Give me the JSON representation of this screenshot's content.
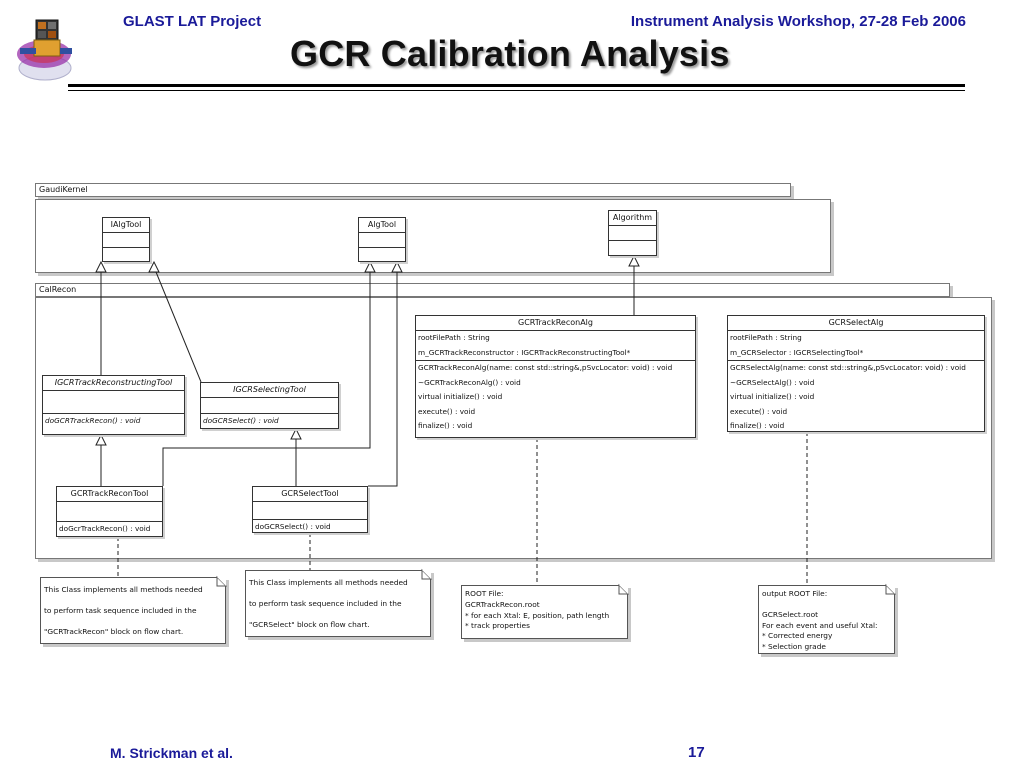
{
  "header": {
    "left": "GLAST LAT Project",
    "right": "Instrument Analysis Workshop, 27-28 Feb 2006",
    "title": "GCR Calibration Analysis"
  },
  "footer": {
    "author": "M. Strickman et al.",
    "page": "17"
  },
  "logo": {
    "icon": "glast-satellite-logo"
  },
  "packages": [
    {
      "name": "GaudiKernel"
    },
    {
      "name": "CalRecon"
    }
  ],
  "classes": {
    "ialgtool": {
      "name": "IAlgTool"
    },
    "algtool": {
      "name": "AlgTool"
    },
    "algorithm": {
      "name": "Algorithm"
    },
    "igcr_track_recon_tool": {
      "name": "IGCRTrackReconstructingTool",
      "operations": [
        "doGCRTrackRecon() : void"
      ]
    },
    "igcr_selecting_tool": {
      "name": "IGCRSelectingTool",
      "operations": [
        "doGCRSelect() : void"
      ]
    },
    "gcr_track_recon_tool": {
      "name": "GCRTrackReconTool",
      "operations": [
        "doGcrTrackRecon() : void"
      ]
    },
    "gcr_select_tool": {
      "name": "GCRSelectTool",
      "operations": [
        "doGCRSelect() : void"
      ]
    },
    "gcr_track_recon_alg": {
      "name": "GCRTrackReconAlg",
      "attributes": [
        "rootFilePath : String",
        "m_GCRTrackReconstructor : IGCRTrackReconstructingTool*"
      ],
      "operations": [
        "GCRTrackReconAlg(name: const std::string&,pSvcLocator: void) : void",
        "~GCRTrackReconAlg() : void",
        "virtual initialize() : void",
        "execute() : void",
        "finalize() : void"
      ]
    },
    "gcr_select_alg": {
      "name": "GCRSelectAlg",
      "attributes": [
        "rootFilePath : String",
        "m_GCRSelector : IGCRSelectingTool*"
      ],
      "operations": [
        "GCRSelectAlg(name: const std::string&,pSvcLocator: void) : void",
        "~GCRSelectAlg() : void",
        "virtual initialize() : void",
        "execute() : void",
        "finalize() : void"
      ]
    }
  },
  "notes": {
    "track_tool": [
      "This Class implements all methods needed",
      "to perform  task sequence included in the",
      "\"GCRTrackRecon\"  block on flow chart."
    ],
    "select_tool": [
      "This Class implements all methods needed",
      "to perform  task sequence included in the",
      "\"GCRSelect\"  block on flow chart."
    ],
    "track_alg": [
      "ROOT File:",
      "GCRTrackRecon.root",
      "* for each Xtal: E, position, path length",
      "* track properties"
    ],
    "select_alg": [
      "output ROOT File:",
      "",
      "GCRSelect.root",
      "For each event and useful Xtal:",
      "*  Corrected energy",
      "*  Selection grade"
    ]
  }
}
